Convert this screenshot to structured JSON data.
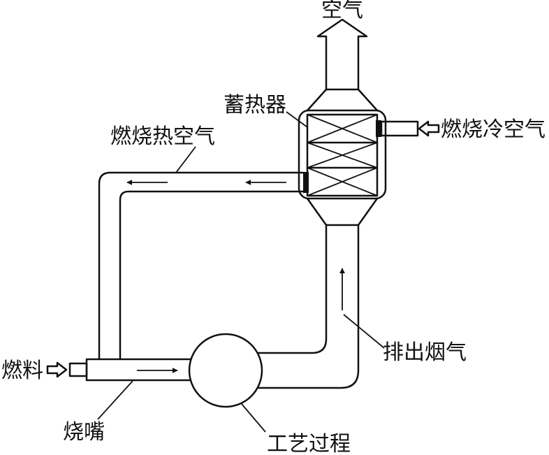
{
  "labels": {
    "air_out": "空气",
    "regenerator": "蓄热器",
    "hot_combustion_air": "燃烧热空气",
    "cold_combustion_air": "燃烧冷空气",
    "exhaust_flue_gas": "排出烟气",
    "fuel": "燃料",
    "burner": "烧嘴",
    "process": "工艺过程"
  },
  "colors": {
    "stroke": "#111111",
    "background": "#ffffff"
  }
}
